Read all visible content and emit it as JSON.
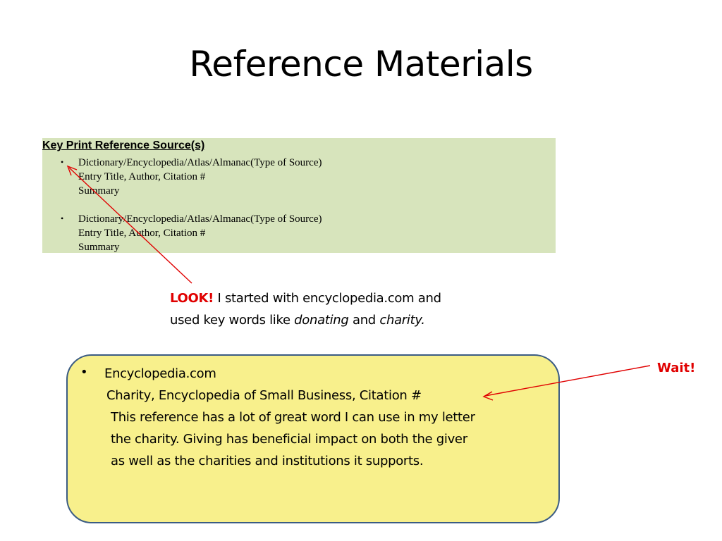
{
  "title": "Reference Materials",
  "reference_table": {
    "heading": "Key Print Reference Source(s)",
    "entries": [
      {
        "bullet": "•",
        "type_line": "Dictionary/Encyclopedia/Atlas/Almanac(Type of Source)",
        "entry_line": "Entry Title, Author, Citation #",
        "summary_line": "Summary"
      },
      {
        "bullet": "•",
        "type_line": "Dictionary/Encyclopedia/Atlas/Almanac(Type of Source)",
        "entry_line": "Entry Title, Author, Citation #",
        "summary_line": "Summary"
      }
    ]
  },
  "look_note": {
    "label": "LOOK!",
    "text_1": " I started with encyclopedia.com and",
    "text_2": "used key words like ",
    "keyword_1": "donating",
    "text_3": " and ",
    "keyword_2": "charity."
  },
  "example_box": {
    "bullet": "•",
    "source": "Encyclopedia.com",
    "citation": "Charity, Encyclopedia of Small Business, Citation #",
    "summary_lines": [
      "This reference has a lot of great word I can use in my letter",
      "the charity. Giving  has beneficial impact on both the giver",
      "as well as the charities and institutions it supports."
    ]
  },
  "wait_label": "Wait!",
  "colors": {
    "green_box": "#d7e4bc",
    "yellow_box": "#f8f08c",
    "yellow_border": "#3b5c84",
    "accent_red": "#e00000"
  }
}
